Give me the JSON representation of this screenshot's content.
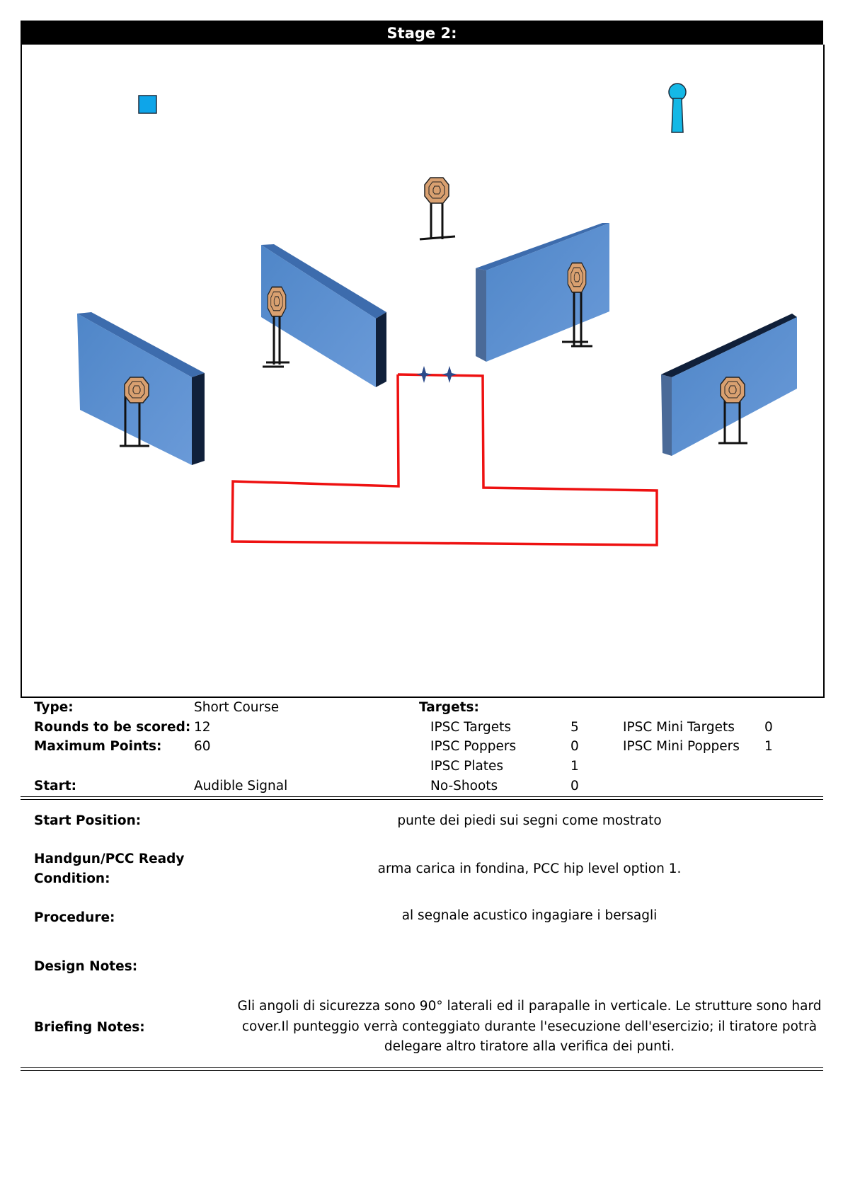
{
  "stage": {
    "title": "Stage 2:"
  },
  "info": {
    "type_label": "Type:",
    "type_value": "Short Course",
    "rounds_label": "Rounds to be scored:",
    "rounds_value": "12",
    "points_label": "Maximum Points:",
    "points_value": "60",
    "start_label": "Start:",
    "start_value": "Audible Signal",
    "targets_label": "Targets:",
    "targets": [
      {
        "name": "IPSC Targets",
        "count": "5"
      },
      {
        "name": "IPSC Poppers",
        "count": "0"
      },
      {
        "name": "IPSC Plates",
        "count": "1"
      },
      {
        "name": "No-Shoots",
        "count": "0"
      }
    ],
    "mini_targets": [
      {
        "name": "IPSC Mini Targets",
        "count": "0"
      },
      {
        "name": "IPSC Mini Poppers",
        "count": "1"
      }
    ]
  },
  "details": {
    "start_position_label": "Start Position:",
    "start_position_value": "punte dei piedi sui segni come mostrato",
    "ready_label_line1": "Handgun/PCC Ready",
    "ready_label_line2": "Condition:",
    "ready_value": "arma carica in fondina, PCC hip level option 1.",
    "procedure_label": "Procedure:",
    "procedure_value": "al segnale acustico ingagiare i bersagli",
    "design_label": "Design Notes:",
    "design_value": "",
    "briefing_label": "Briefing Notes:",
    "briefing_line1": "Gli angoli di sicurezza sono 90° laterali ed il parapalle in verticale. Le strutture sono hard",
    "briefing_line2": "cover.Il punteggio verrà conteggiato durante l'esecuzione dell'esercizio; il tiratore potrà",
    "briefing_line3": "delegare altro tiratore alla verifica  dei punti."
  },
  "colors": {
    "wall": "#5b8fd0",
    "target": "#d9a070",
    "fault_line": "#ee1111",
    "plate": "#0ea5e9",
    "popper": "#14b8e6"
  }
}
